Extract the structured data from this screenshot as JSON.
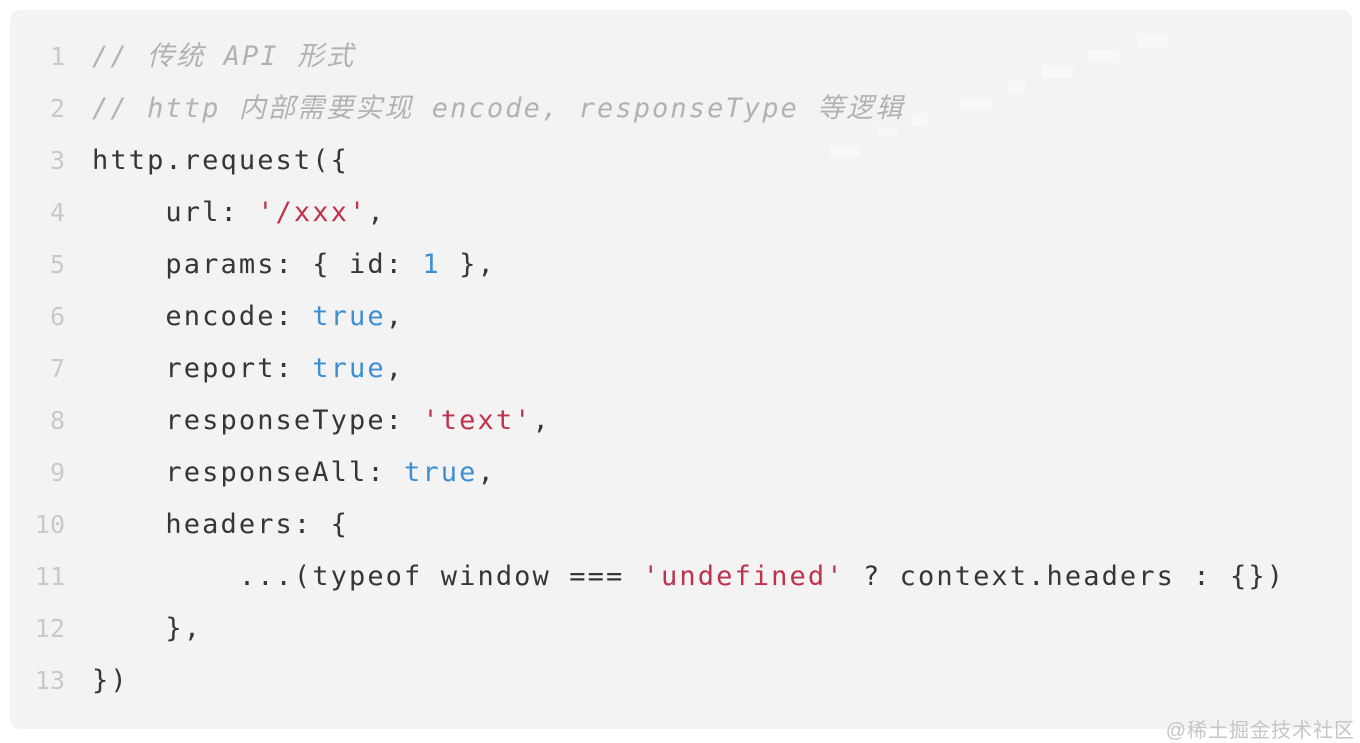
{
  "colors": {
    "text": "#363636",
    "comment": "#b2b2b2",
    "string": "#c0314b",
    "accent": "#3c8fd4",
    "lineNumber": "#c9c9cd",
    "panelBackground": "#f3f3f3",
    "watermark": "#c6c6c6"
  },
  "watermark": {
    "text": "@稀土掘金技术社区"
  },
  "code": {
    "language": "javascript",
    "lines": [
      {
        "num": "1",
        "segments": [
          {
            "text": "// 传统 API 形式",
            "type": "comment"
          }
        ]
      },
      {
        "num": "2",
        "segments": [
          {
            "text": "// http 内部需要实现 encode, responseType 等逻辑",
            "type": "comment"
          }
        ]
      },
      {
        "num": "3",
        "segments": [
          {
            "text": "http.request({",
            "type": "plain"
          }
        ]
      },
      {
        "num": "4",
        "segments": [
          {
            "text": "    url: ",
            "type": "plain"
          },
          {
            "text": "'/xxx'",
            "type": "string"
          },
          {
            "text": ",",
            "type": "plain"
          }
        ]
      },
      {
        "num": "5",
        "segments": [
          {
            "text": "    params: { id: ",
            "type": "plain"
          },
          {
            "text": "1",
            "type": "number"
          },
          {
            "text": " },",
            "type": "plain"
          }
        ]
      },
      {
        "num": "6",
        "segments": [
          {
            "text": "    encode: ",
            "type": "plain"
          },
          {
            "text": "true",
            "type": "boolean"
          },
          {
            "text": ",",
            "type": "plain"
          }
        ]
      },
      {
        "num": "7",
        "segments": [
          {
            "text": "    report: ",
            "type": "plain"
          },
          {
            "text": "true",
            "type": "boolean"
          },
          {
            "text": ",",
            "type": "plain"
          }
        ]
      },
      {
        "num": "8",
        "segments": [
          {
            "text": "    responseType: ",
            "type": "plain"
          },
          {
            "text": "'text'",
            "type": "string"
          },
          {
            "text": ",",
            "type": "plain"
          }
        ]
      },
      {
        "num": "9",
        "segments": [
          {
            "text": "    responseAll: ",
            "type": "plain"
          },
          {
            "text": "true",
            "type": "boolean"
          },
          {
            "text": ",",
            "type": "plain"
          }
        ]
      },
      {
        "num": "10",
        "segments": [
          {
            "text": "    headers: {",
            "type": "plain"
          }
        ]
      },
      {
        "num": "11",
        "segments": [
          {
            "text": "        ...(typeof window === ",
            "type": "plain"
          },
          {
            "text": "'undefined'",
            "type": "string"
          },
          {
            "text": " ? context.headers : {})",
            "type": "plain"
          }
        ]
      },
      {
        "num": "12",
        "segments": [
          {
            "text": "    },",
            "type": "plain"
          }
        ]
      },
      {
        "num": "13",
        "segments": [
          {
            "text": "})",
            "type": "plain"
          }
        ]
      }
    ]
  }
}
